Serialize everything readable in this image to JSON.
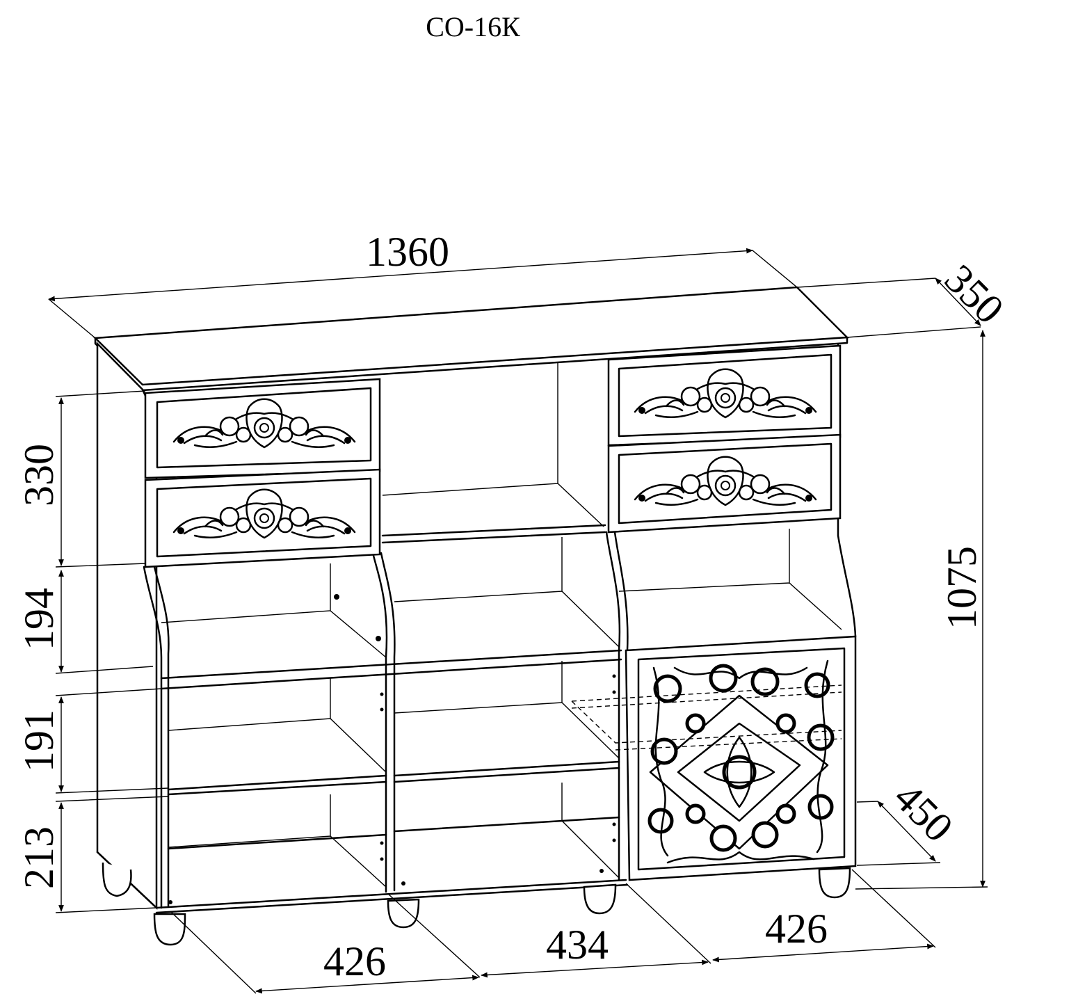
{
  "title": "СО-16К",
  "dimensions": {
    "overall_width": "1360",
    "depth": "350",
    "height": "1075",
    "upper_section": "330",
    "shelf_section_1": "194",
    "shelf_section_2": "191",
    "base_section": "213",
    "cabinet_depth": "450",
    "left_width": "426",
    "middle_width": "434",
    "right_width": "426"
  },
  "colors": {
    "line": "#000000",
    "background": "#ffffff"
  }
}
